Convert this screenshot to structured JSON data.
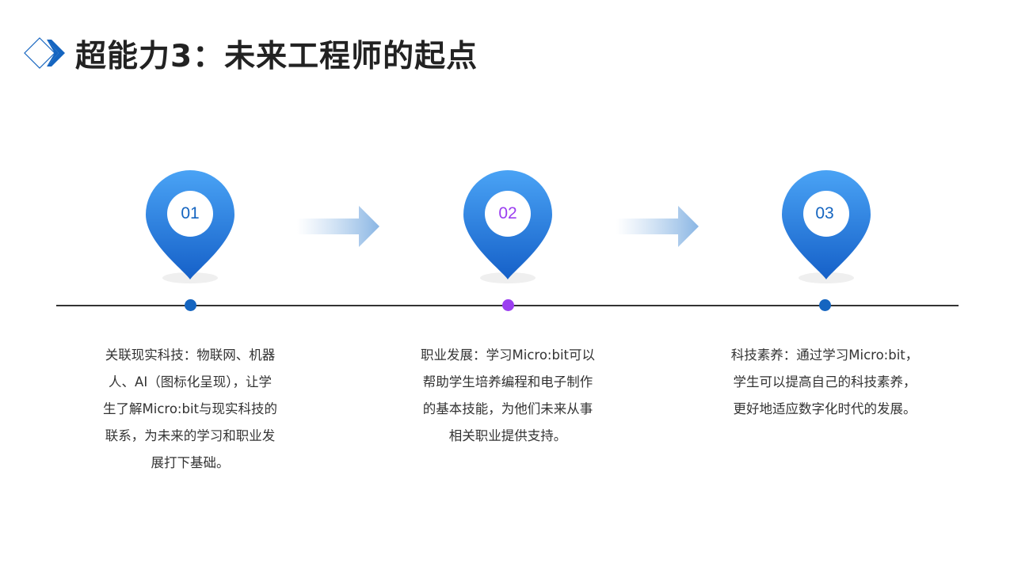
{
  "title": "超能力3：未来工程师的起点",
  "colors": {
    "accent": "#1565c0",
    "pin_top": "#4aa3f5",
    "pin_bottom": "#1560c8",
    "purple": "#9b3ff0"
  },
  "steps": [
    {
      "number": "01",
      "number_color": "#1565c0",
      "dot_color": "#1565c0",
      "lines": [
        "关联现实科技：物联网、机器",
        "人、AI（图标化呈现），让学",
        "生了解Micro:bit与现实科技的",
        "联系，为未来的学习和职业发",
        "展打下基础。"
      ]
    },
    {
      "number": "02",
      "number_color": "#9b3ff0",
      "dot_color": "#9b3ff0",
      "lines": [
        "职业发展：学习Micro:bit可以",
        "帮助学生培养编程和电子制作",
        "的基本技能，为他们未来从事",
        "相关职业提供支持。"
      ]
    },
    {
      "number": "03",
      "number_color": "#1565c0",
      "dot_color": "#1565c0",
      "lines": [
        "科技素养：通过学习Micro:bit，",
        "学生可以提高自己的科技素养，",
        "更好地适应数字化时代的发展。"
      ]
    }
  ]
}
